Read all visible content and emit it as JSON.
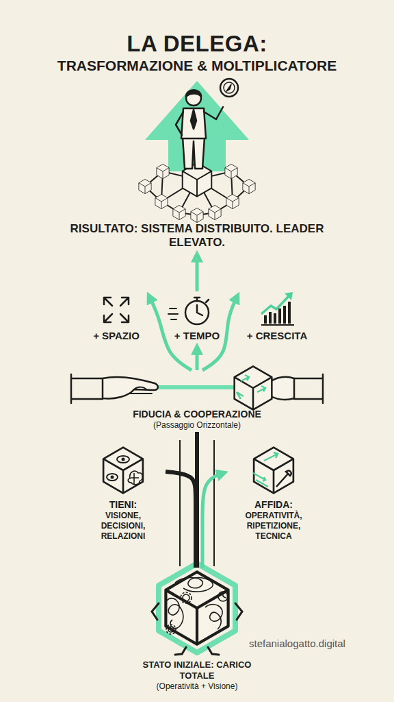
{
  "diagram": {
    "title": "LA DELEGA:",
    "nodes": [
      {
        "text": [
          "RISULTATO: SISTEMA DISTRIBUITO. LEADER ELEVATO."
        ]
      },
      {
        "text": [
          "+ SPAZIO"
        ]
      },
      {
        "text": [
          "+ TEMPO"
        ]
      },
      {
        "text": [
          "+ CRESCITA"
        ]
      },
      {
        "text": [
          "FIDUCIA & COOPERAZIONE",
          "(Passaggio Orizzontale)"
        ]
      },
      {
        "text": [
          "TIENI:",
          "VISIONE, DECISIONI, RELAZIONI"
        ]
      },
      {
        "text": [
          "AFFIDA:",
          "OPERATIVITÀ, RIPETIZIONE, TECNICA"
        ]
      },
      {
        "text": [
          "STATO INIZIALE: CARICO TOTALE",
          "(Operatività + Visione)"
        ]
      }
    ],
    "edges": [
      {
        "from": 7,
        "to": 4,
        "arrow": "none"
      },
      {
        "from": 7,
        "to": 5,
        "arrow": "none"
      },
      {
        "from": 7,
        "to": 6,
        "arrow": "to"
      },
      {
        "from": 4,
        "to": 1,
        "arrow": "to"
      },
      {
        "from": 4,
        "to": 2,
        "arrow": "to"
      },
      {
        "from": 4,
        "to": 3,
        "arrow": "to"
      },
      {
        "from": 2,
        "to": 0,
        "arrow": "to"
      }
    ],
    "labels": [
      "TRASFORMAZIONE & MOLTIPLICATORE",
      "stefanialogatto.digital"
    ]
  }
}
